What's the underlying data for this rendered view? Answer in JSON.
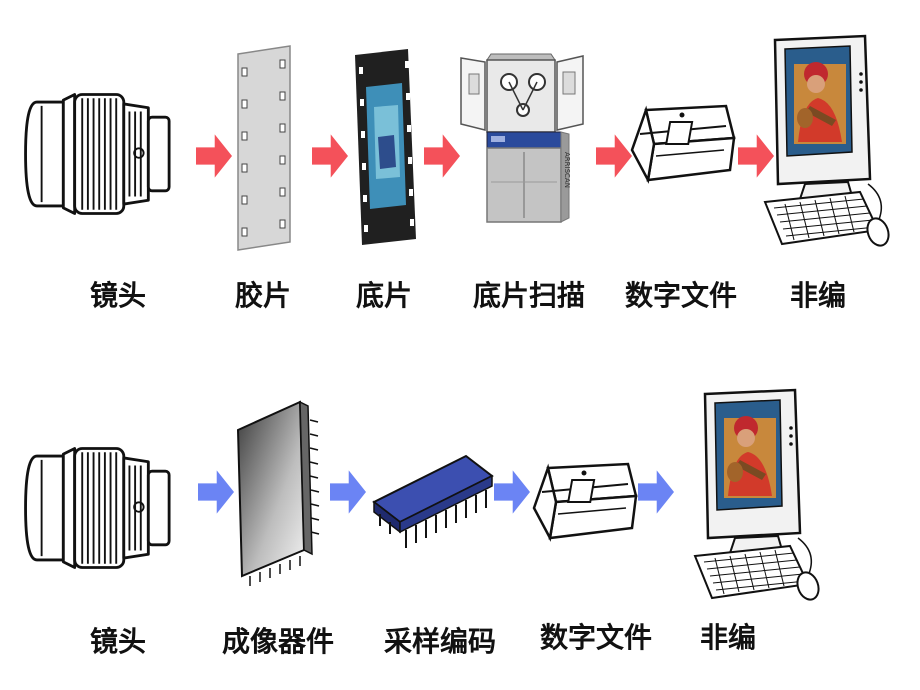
{
  "rows": [
    {
      "id": "film",
      "labels": [
        "镜头",
        "胶片",
        "底片",
        "底片扫描",
        "数字文件",
        "非编"
      ],
      "arrow_color": "#f4515a"
    },
    {
      "id": "digital",
      "labels": [
        "镜头",
        "成像器件",
        "采样编码",
        "数字文件",
        "非编"
      ],
      "arrow_color": "#6b84f4"
    }
  ],
  "scanner": {
    "brand_text": "ARRISCAN"
  },
  "icons": [
    "lens-icon",
    "film-strip-icon",
    "negative-film-icon",
    "film-scanner-icon",
    "tape-cassette-icon",
    "computer-icon",
    "ccd-sensor-icon",
    "chip-icon"
  ]
}
